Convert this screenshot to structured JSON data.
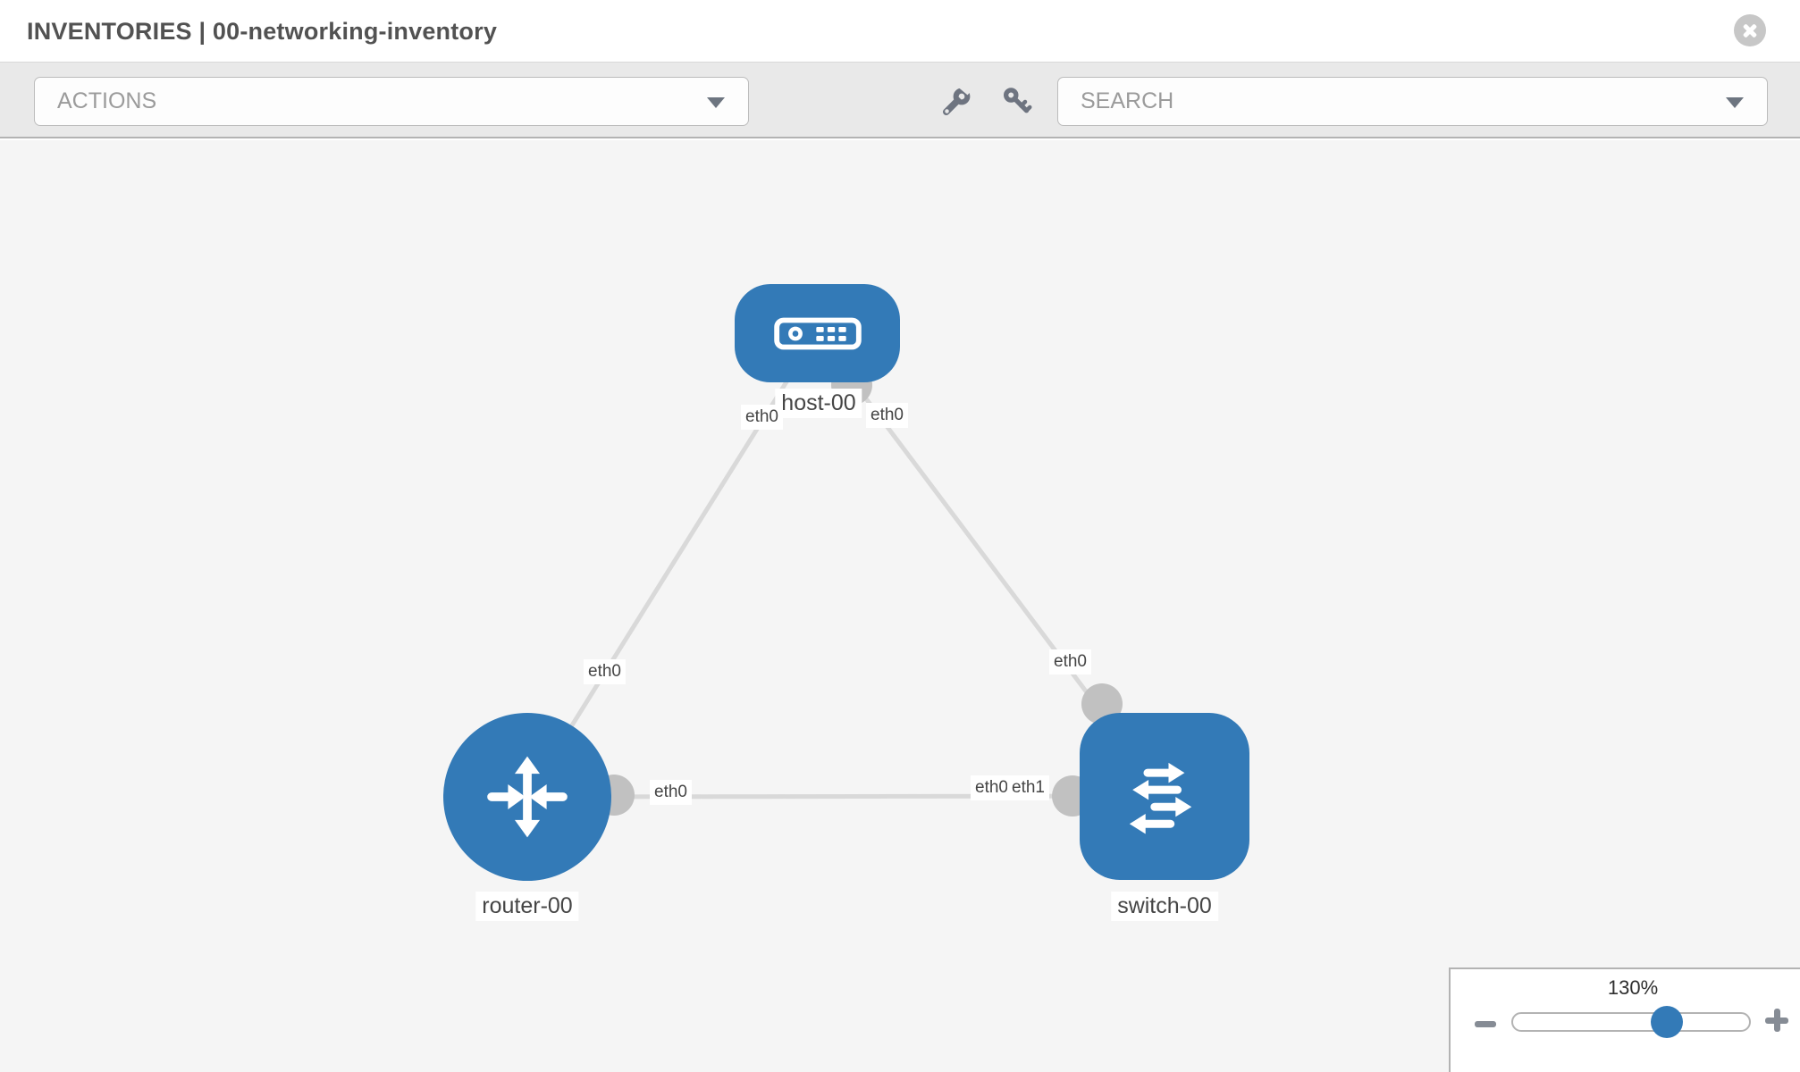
{
  "header": {
    "title": "INVENTORIES | 00-networking-inventory",
    "close_icon": "circle-x-icon"
  },
  "toolbar": {
    "actions_label": "ACTIONS",
    "search_placeholder": "SEARCH",
    "icons": [
      "wrench-icon",
      "key-icon",
      "chevron-down-icon"
    ]
  },
  "canvas": {
    "nodes": [
      {
        "name": "host-00",
        "type": "host",
        "icon": "host-server-icon"
      },
      {
        "name": "router-00",
        "type": "router",
        "icon": "router-arrows-icon"
      },
      {
        "name": "switch-00",
        "type": "switch",
        "icon": "switch-arrows-icon"
      }
    ],
    "links": [
      {
        "source": "host-00",
        "source_interface": "eth0",
        "target": "router-00",
        "target_interface": "eth0"
      },
      {
        "source": "host-00",
        "source_interface": "eth0",
        "target": "switch-00",
        "target_interface": "eth0"
      },
      {
        "source": "router-00",
        "source_interface": "eth0",
        "target": "switch-00",
        "target_interface": "eth1"
      }
    ],
    "overlapped_interface_label": "eth0"
  },
  "zoom_control": {
    "level": "130%",
    "percent": 130,
    "icons": [
      "minus-icon",
      "plus-icon"
    ]
  },
  "colors": {
    "node_blue": "#337ab7",
    "edge_gray": "#d9d9d9",
    "port_gray": "#c1c1c1",
    "canvas_bg": "#f5f5f5",
    "toolbar_bg": "#e9e9e9"
  }
}
